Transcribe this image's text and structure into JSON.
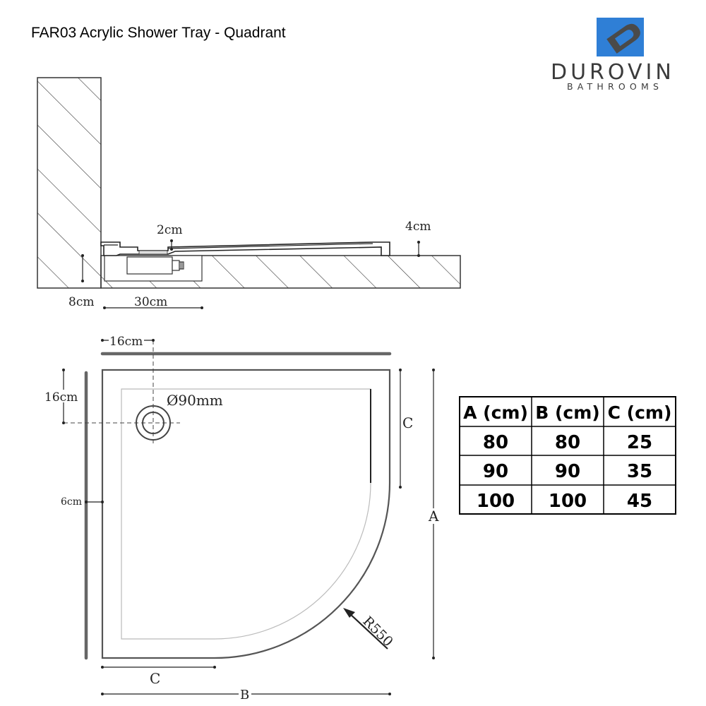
{
  "title": "FAR03 Acrylic Shower Tray - Quadrant",
  "logo": {
    "name": "DUROVIN",
    "sub": "BATHROOMS",
    "colors": {
      "blue": "#2f7fd6",
      "dark": "#4a4a4a"
    }
  },
  "side_view": {
    "label_drain_step": "2cm",
    "label_tray_edge": "4cm",
    "label_height": "8cm",
    "label_waste_width": "30cm"
  },
  "plan_view": {
    "label_waste_x": "16cm",
    "label_waste_y": "16cm",
    "label_waste_diameter": "Ø90mm",
    "label_upstand": "6cm",
    "label_c_side": "C",
    "label_c_bottom": "C",
    "label_a": "A",
    "label_b": "B",
    "label_radius": "R550"
  },
  "size_table": {
    "headers": [
      "A (cm)",
      "B (cm)",
      "C (cm)"
    ],
    "rows": [
      [
        "80",
        "80",
        "25"
      ],
      [
        "90",
        "90",
        "35"
      ],
      [
        "100",
        "100",
        "45"
      ]
    ]
  }
}
